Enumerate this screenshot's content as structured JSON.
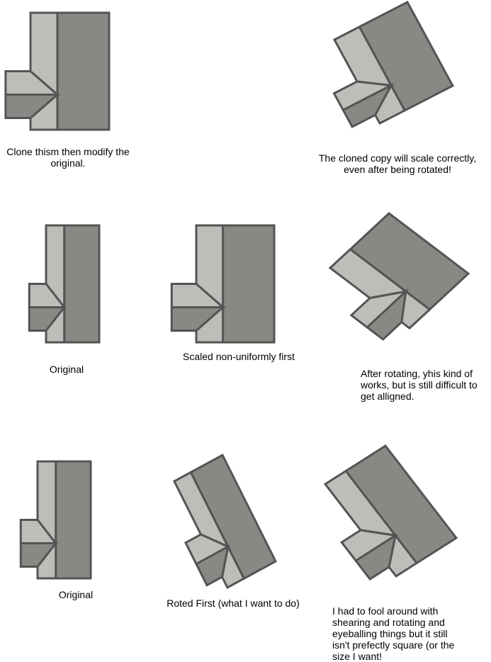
{
  "colors": {
    "light": "#bcbfb9",
    "dark": "#868984",
    "stroke": "#545454",
    "background": "#ffffff",
    "text": "#000000"
  },
  "captions": {
    "clone_instruction": "Clone thism then modify the\noriginal.",
    "clone_scaled": "The cloned copy will scale correctly,\neven after being rotated!",
    "original_row2": "Original",
    "scaled_nonuniform": "Scaled non-uniformly first",
    "after_rotating": "After rotating, yhis kind of\nworks, but is still difficult to\nget alligned.",
    "original_row3": "Original",
    "rotated_first": "Roted First (what I want to do)",
    "fooling_around": "I had to fool around with\nshearing and rotating and\neyeballing things but it still\nisn't prefectly square (or the\nsize I want!"
  }
}
